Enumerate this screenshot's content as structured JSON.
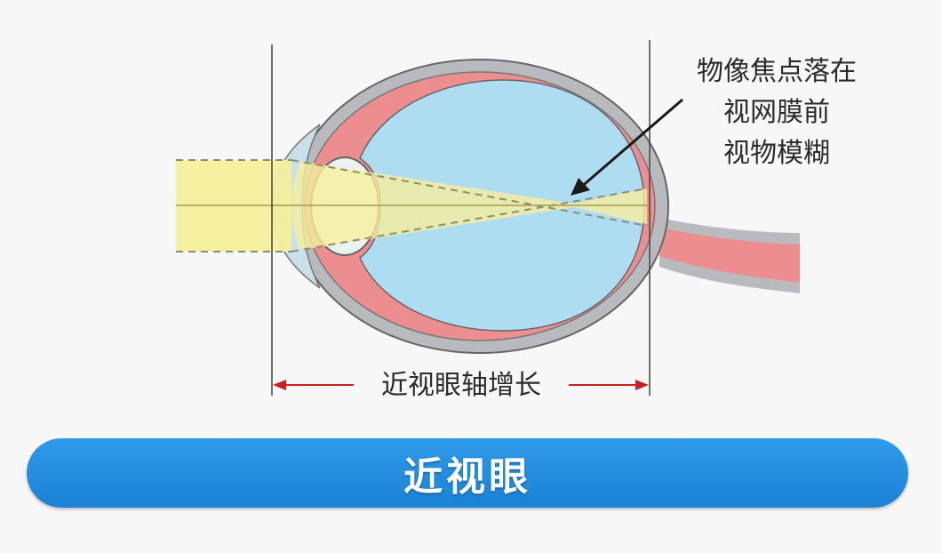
{
  "annotation": {
    "lines": [
      "物像焦点落在",
      "视网膜前",
      "视物模糊"
    ]
  },
  "axis_label": "近视眼轴增长",
  "title": "近视眼",
  "colors": {
    "sclera": "#b8babd",
    "choroid": "#ec8e8f",
    "vitreous": "#aedcf1",
    "light_beam": "#f6ef9c",
    "arrow": "#cc1f1f",
    "banner": "#2290e2"
  }
}
